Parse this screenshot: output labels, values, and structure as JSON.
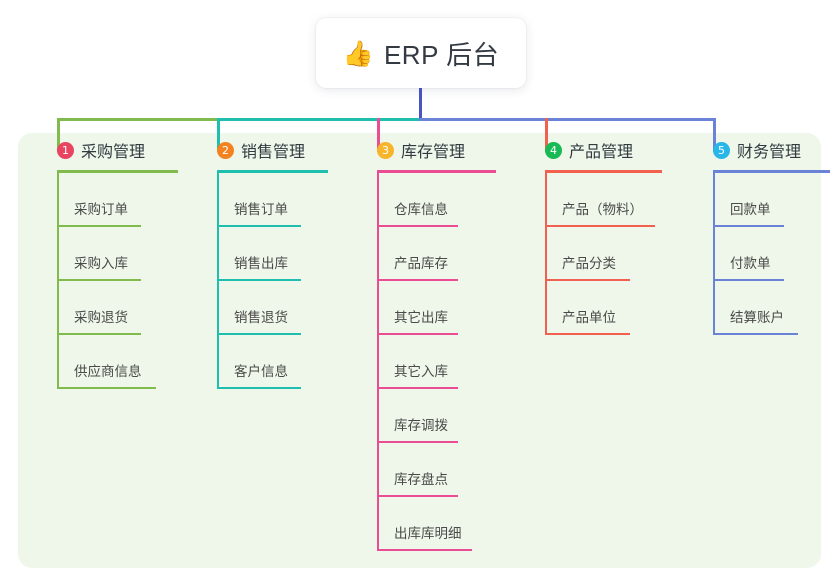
{
  "root": {
    "emoji": "👍",
    "emoji_name": "thumbs-up-icon",
    "title": "ERP 后台"
  },
  "palette": {
    "panel_bg": "#eef7e9",
    "page_bg": "#ffffff",
    "trunk": "#4a55c4",
    "green": "#82bb4d",
    "teal": "#1fbfb0",
    "pink": "#ea4d94",
    "coral": "#f2614f",
    "blue": "#6b83d6",
    "badge1": "#ea4560",
    "badge2": "#f58220",
    "badge3": "#f7b52c",
    "badge4": "#19b955",
    "badge5": "#29b6e8"
  },
  "columns": [
    {
      "number": "1",
      "title": "采购管理",
      "badge_color": "#ea4560",
      "line_color": "#82bb4d",
      "rule_width": 121,
      "items": [
        {
          "label": "采购订单",
          "rule_width": 84
        },
        {
          "label": "采购入库",
          "rule_width": 84
        },
        {
          "label": "采购退货",
          "rule_width": 84
        },
        {
          "label": "供应商信息",
          "rule_width": 99
        }
      ]
    },
    {
      "number": "2",
      "title": "销售管理",
      "badge_color": "#f58220",
      "line_color": "#1fbfb0",
      "rule_width": 111,
      "items": [
        {
          "label": "销售订单",
          "rule_width": 84
        },
        {
          "label": "销售出库",
          "rule_width": 84
        },
        {
          "label": "销售退货",
          "rule_width": 84
        },
        {
          "label": "客户信息",
          "rule_width": 84
        }
      ]
    },
    {
      "number": "3",
      "title": "库存管理",
      "badge_color": "#f7b52c",
      "line_color": "#ea4d94",
      "rule_width": 119,
      "items": [
        {
          "label": "仓库信息",
          "rule_width": 81
        },
        {
          "label": "产品库存",
          "rule_width": 81
        },
        {
          "label": "其它出库",
          "rule_width": 81
        },
        {
          "label": "其它入库",
          "rule_width": 81
        },
        {
          "label": "库存调拨",
          "rule_width": 81
        },
        {
          "label": "库存盘点",
          "rule_width": 81
        },
        {
          "label": "出库库明细",
          "rule_width": 95
        }
      ]
    },
    {
      "number": "4",
      "title": "产品管理",
      "badge_color": "#19b955",
      "line_color": "#f2614f",
      "rule_width": 117,
      "items": [
        {
          "label": "产品（物料）",
          "rule_width": 110
        },
        {
          "label": "产品分类",
          "rule_width": 85
        },
        {
          "label": "产品单位",
          "rule_width": 85
        }
      ]
    },
    {
      "number": "5",
      "title": "财务管理",
      "badge_color": "#29b6e8",
      "line_color": "#6b83d6",
      "rule_width": 117,
      "items": [
        {
          "label": "回款单",
          "rule_width": 71
        },
        {
          "label": "付款单",
          "rule_width": 71
        },
        {
          "label": "结算账户",
          "rule_width": 85
        }
      ]
    }
  ]
}
